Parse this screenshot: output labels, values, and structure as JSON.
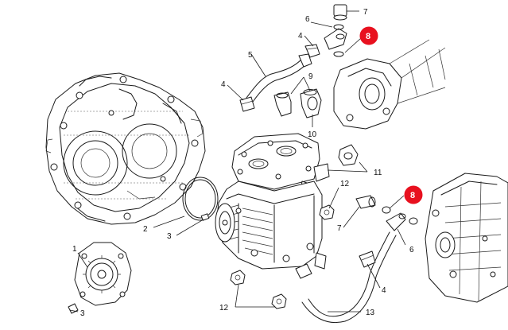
{
  "diagram": {
    "callouts": [
      {
        "id": "c7-top",
        "label": "7"
      },
      {
        "id": "c6-top",
        "label": "6"
      },
      {
        "id": "c4-top",
        "label": "4"
      },
      {
        "id": "c8-top",
        "label": "8",
        "highlight": true
      },
      {
        "id": "c5",
        "label": "5"
      },
      {
        "id": "c9",
        "label": "9"
      },
      {
        "id": "c4-mid",
        "label": "4"
      },
      {
        "id": "c10",
        "label": "10"
      },
      {
        "id": "c11",
        "label": "11"
      },
      {
        "id": "c12-right",
        "label": "12"
      },
      {
        "id": "c8-right",
        "label": "8",
        "highlight": true
      },
      {
        "id": "c7-right",
        "label": "7"
      },
      {
        "id": "c6-right",
        "label": "6"
      },
      {
        "id": "c2",
        "label": "2"
      },
      {
        "id": "c3-mid",
        "label": "3"
      },
      {
        "id": "c1",
        "label": "1"
      },
      {
        "id": "c3-bottom",
        "label": "3"
      },
      {
        "id": "c4-bottom",
        "label": "4"
      },
      {
        "id": "c12-bottom",
        "label": "12"
      },
      {
        "id": "c13",
        "label": "13"
      }
    ],
    "highlight_color": "#e8111f"
  }
}
